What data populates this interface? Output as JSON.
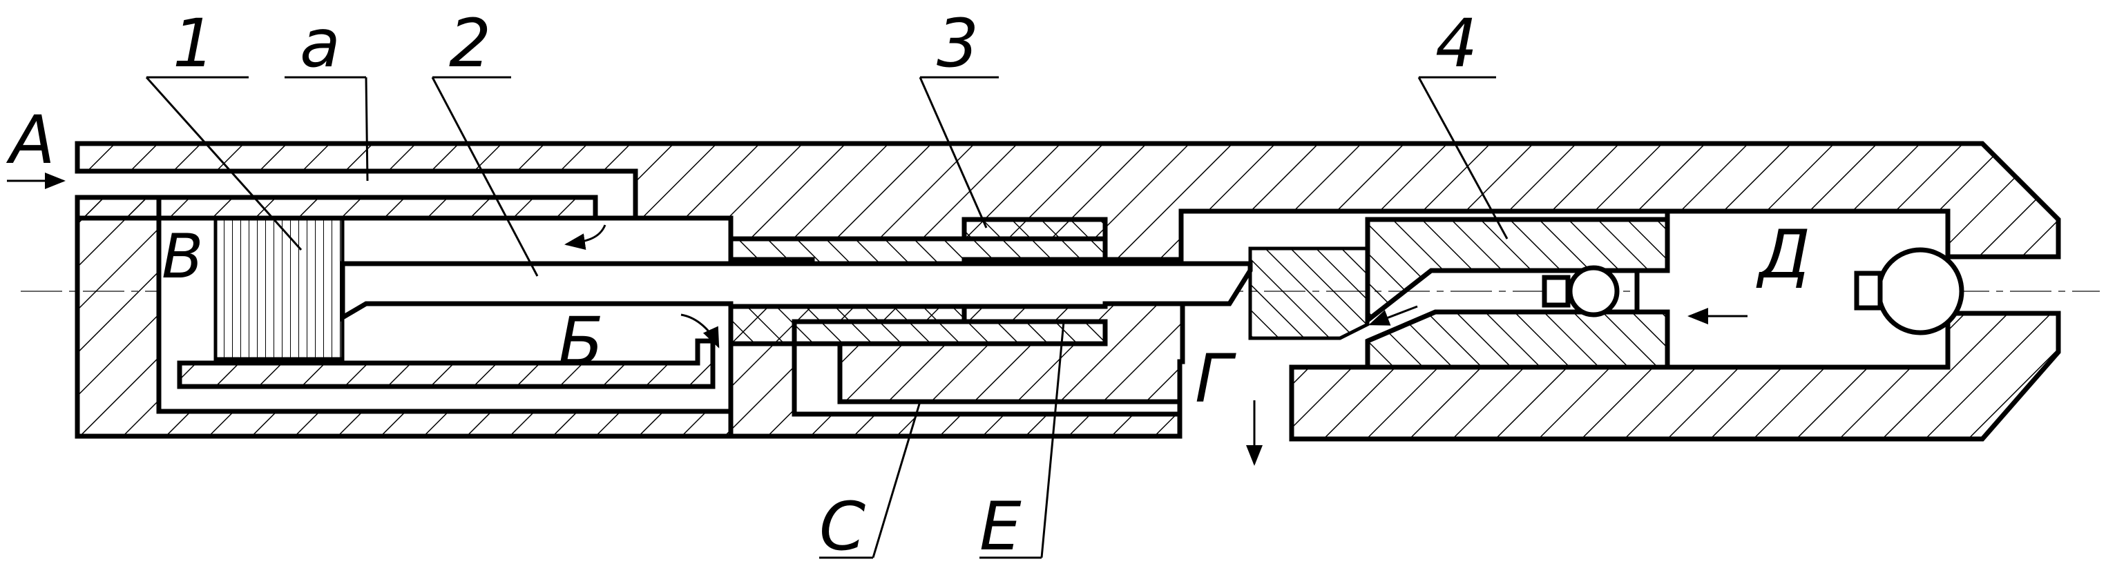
{
  "labels": {
    "part_1": "1",
    "part_2": "2",
    "part_3": "3",
    "part_4": "4",
    "cavity_a": "a",
    "cavity_C": "C",
    "cavity_E": "E",
    "flow_A": "A",
    "chamber_B": "B",
    "chamber_Б": "Б",
    "outlet_Г": "Г",
    "inlet_Д": "Д"
  }
}
